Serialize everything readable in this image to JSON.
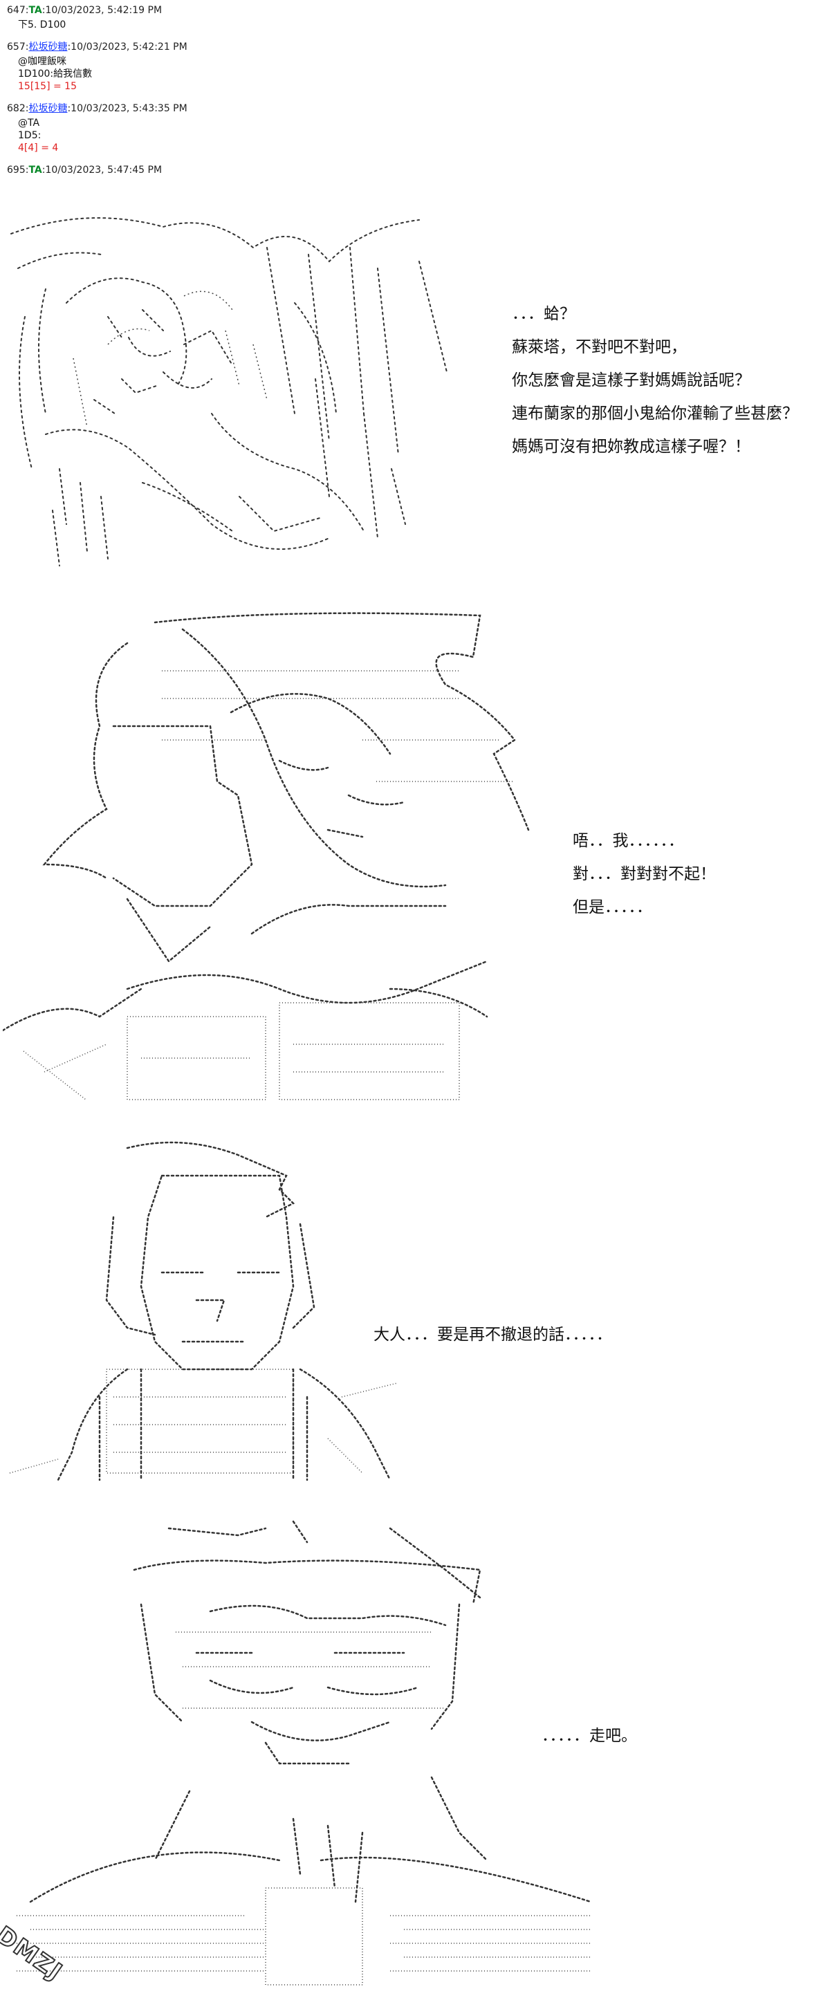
{
  "posts": [
    {
      "num": "647:",
      "name": "TA",
      "name_style": "green",
      "sep": ":",
      "time": "10/03/2023, 5:42:19 PM",
      "lines": [
        {
          "text": "下5. D100",
          "red": false
        }
      ]
    },
    {
      "num": "657:",
      "name": "松坂砂糖",
      "name_style": "link",
      "sep": ":",
      "time": "10/03/2023, 5:42:21 PM",
      "lines": [
        {
          "text": "@咖哩飯咪",
          "red": false
        },
        {
          "text": "1D100:給我信數",
          "red": false
        },
        {
          "text": "15[15] = 15",
          "red": true
        }
      ]
    },
    {
      "num": "682:",
      "name": "松坂砂糖",
      "name_style": "link",
      "sep": ":",
      "time": "10/03/2023, 5:43:35 PM",
      "lines": [
        {
          "text": "@TA",
          "red": false
        },
        {
          "text": "1D5:",
          "red": false
        },
        {
          "text": "4[4] = 4",
          "red": true
        }
      ]
    },
    {
      "num": "695:",
      "name": "TA",
      "name_style": "green",
      "sep": ":",
      "time": "10/03/2023, 5:47:45 PM",
      "lines": []
    }
  ],
  "scenes": [
    {
      "art": "ascii-art-girl-crying",
      "lines": [
        "．．．蛤？",
        "蘇萊塔，不對吧不對吧，",
        "你怎麼會是這樣子對媽媽說話呢？",
        "連布蘭家的那個小鬼給你灌輸了些甚麼？",
        "媽媽可沒有把妳教成這樣子喔？！"
      ]
    },
    {
      "art": "ascii-art-boy-apologizing",
      "lines": [
        "唔．．我．．．．．．",
        "對．．．對對對不起！",
        "但是．．．．．"
      ]
    },
    {
      "art": "ascii-art-butler-standing",
      "lines": [
        "大人．．．要是再不撤退的話．．．．．"
      ]
    },
    {
      "art": "ascii-art-girl-determined",
      "lines": [
        "．．．．．走吧。"
      ]
    }
  ],
  "watermark": "DMZJ"
}
